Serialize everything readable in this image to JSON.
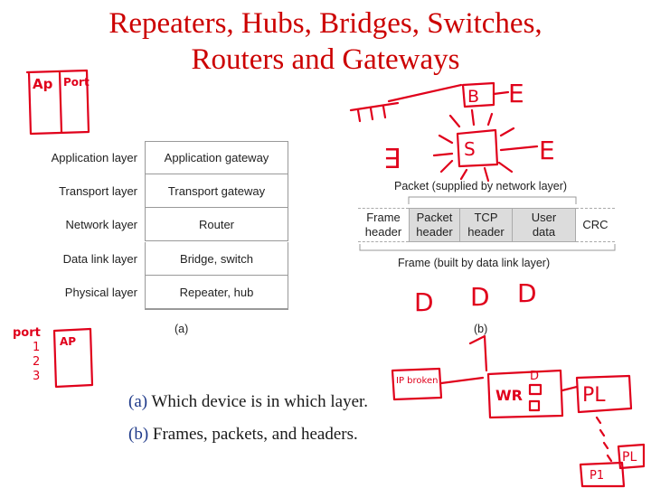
{
  "title": {
    "line1": "Repeaters, Hubs, Bridges, Switches,",
    "line2": "Routers and Gateways"
  },
  "diagram_a": {
    "rows": [
      {
        "layer": "Application layer",
        "device": "Application gateway"
      },
      {
        "layer": "Transport layer",
        "device": "Transport gateway"
      },
      {
        "layer": "Network layer",
        "device": "Router"
      },
      {
        "layer": "Data link layer",
        "device": "Bridge, switch"
      },
      {
        "layer": "Physical layer",
        "device": "Repeater, hub"
      }
    ],
    "label": "(a)"
  },
  "diagram_b": {
    "packet_caption": "Packet (supplied by network layer)",
    "fields": [
      {
        "line1": "Frame",
        "line2": "header",
        "shaded": false
      },
      {
        "line1": "Packet",
        "line2": "header",
        "shaded": true
      },
      {
        "line1": "TCP",
        "line2": "header",
        "shaded": true
      },
      {
        "line1": "User",
        "line2": "data",
        "shaded": true
      },
      {
        "line1": "CRC",
        "line2": "",
        "shaded": false
      }
    ],
    "frame_caption": "Frame (built by data link layer)",
    "label": "(b)"
  },
  "caption": {
    "a_tag": "(a)",
    "a_text": " Which device is in which layer.",
    "b_tag": "(b)",
    "b_text": " Frames, packets, and headers."
  },
  "annotations": {
    "app": "Ap",
    "port": "Port",
    "b": "B",
    "s": "S",
    "e1": "E",
    "e2": "E",
    "d1": "D",
    "d2": "D",
    "d3": "D",
    "port2": "port",
    "n1": "1",
    "n2": "2",
    "n3": "3",
    "wr": "WR",
    "pl": "PL",
    "ip_broken": "IP broken",
    "d4": "D",
    "pl2": "PL"
  },
  "colors": {
    "title": "#cc0000",
    "ink": "#e0001b",
    "caption_tag": "#1f3a8a",
    "shade": "#dcdcdc"
  }
}
